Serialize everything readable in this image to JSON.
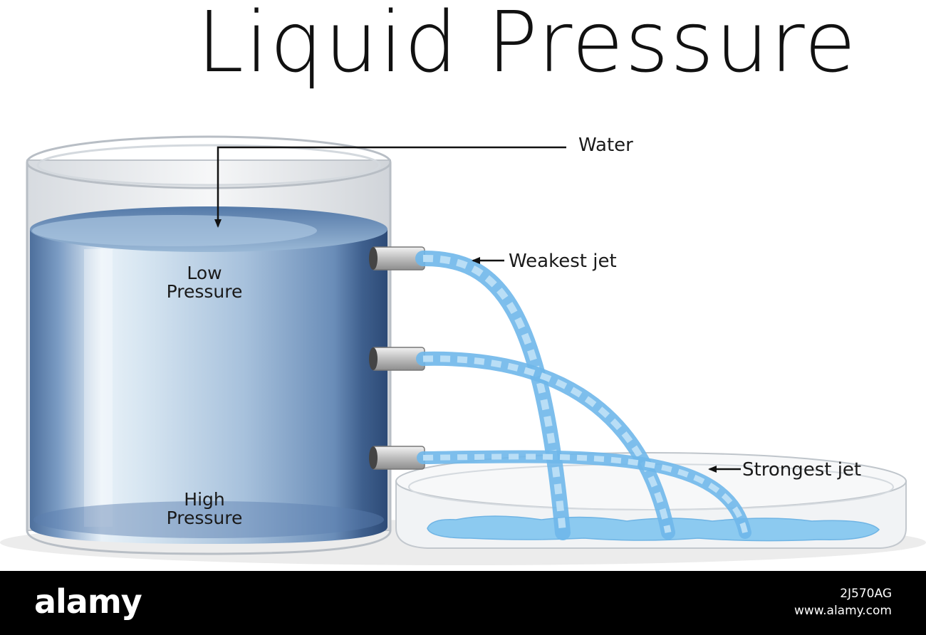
{
  "title": "Liquid Pressure",
  "labels": {
    "water": "Water",
    "weakest_jet": "Weakest jet",
    "strongest_jet": "Strongest jet",
    "low_pressure_line1": "Low",
    "low_pressure_line2": "Pressure",
    "high_pressure_line1": "High",
    "high_pressure_line2": "Pressure"
  },
  "footer": {
    "brand": "alamy",
    "image_id": "2J570AG",
    "site": "www.alamy.com"
  },
  "colors": {
    "water_dark": "#3c5f8f",
    "water_light": "#d8e6f2",
    "jet": "#8cc6ee",
    "pool": "#8ccaf0"
  }
}
